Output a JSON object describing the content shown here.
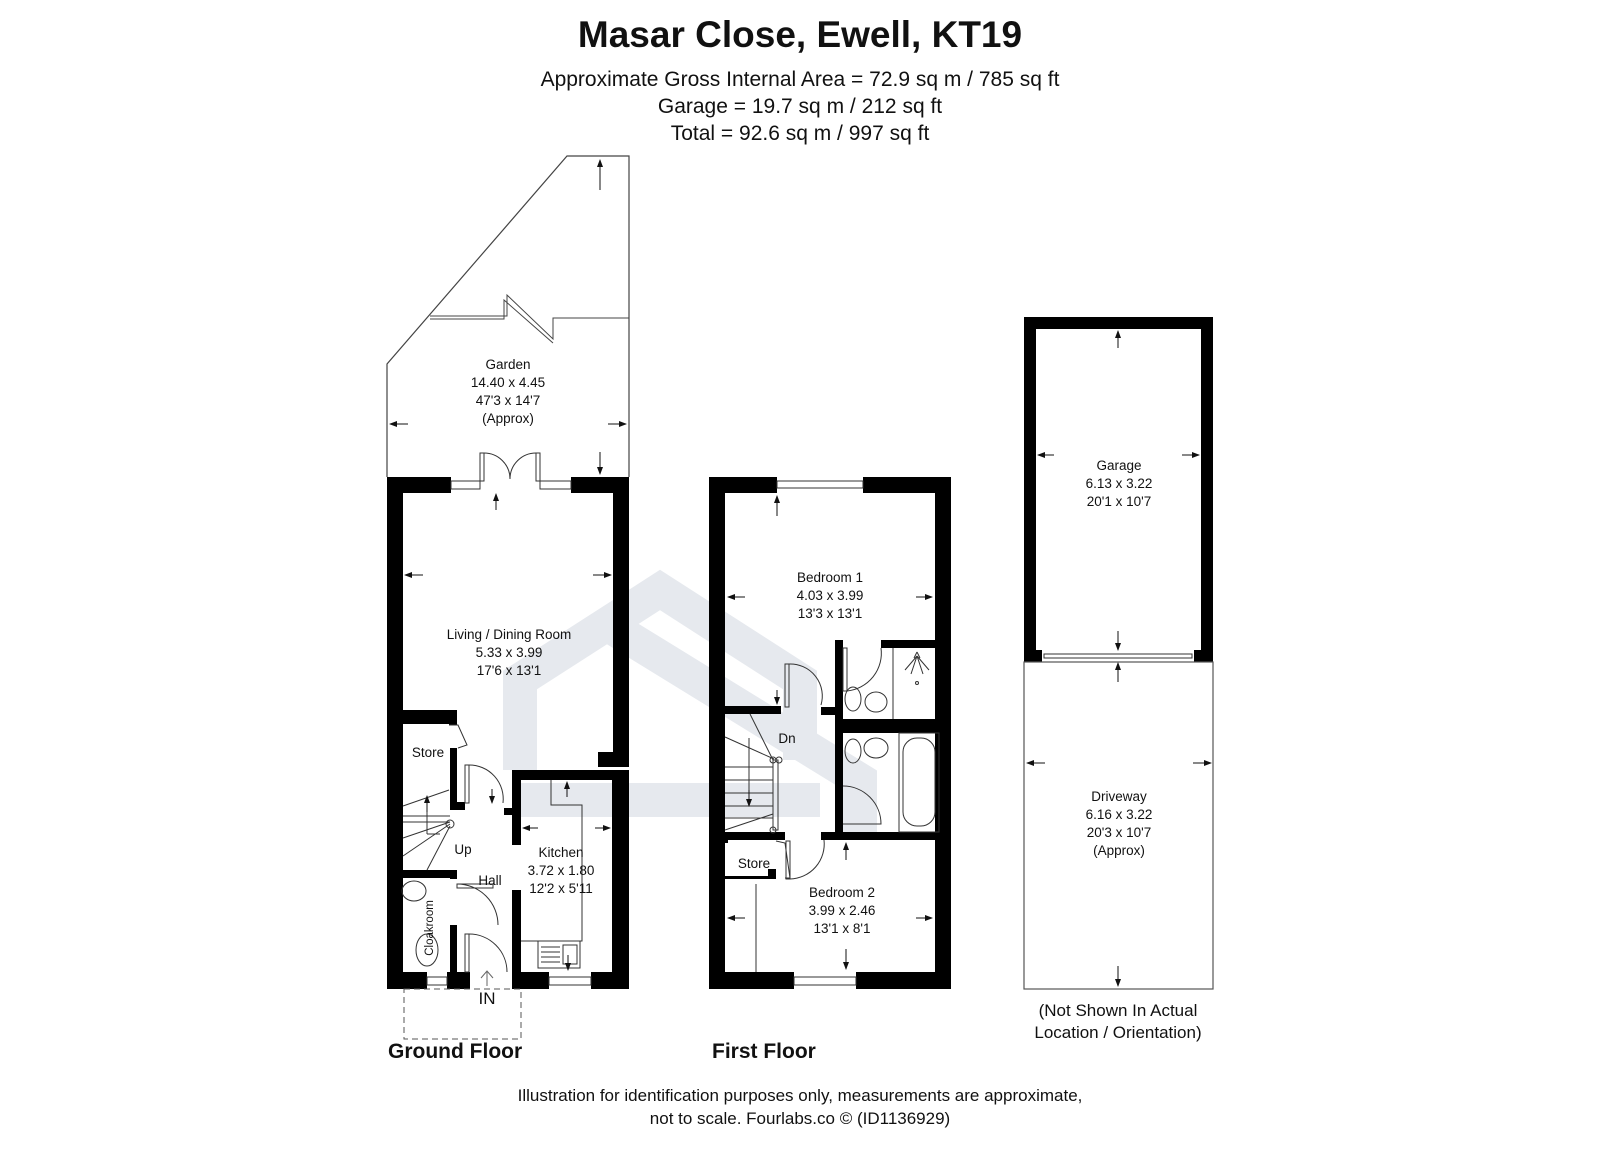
{
  "header": {
    "title": "Masar Close, Ewell, KT19",
    "area_lines": [
      "Approximate Gross Internal Area = 72.9 sq m / 785 sq ft",
      "Garage = 19.7 sq m / 212 sq ft",
      "Total = 92.6 sq m / 997 sq ft"
    ]
  },
  "colors": {
    "wall": "#000000",
    "line": "#333333",
    "watermark": "#e6e9ee",
    "background": "#ffffff"
  },
  "ground_floor": {
    "label": "Ground Floor",
    "rooms": {
      "garden": {
        "name": "Garden",
        "metric": "14.40 x 4.45",
        "imperial": "47'3 x 14'7",
        "note": "(Approx)"
      },
      "living": {
        "name": "Living / Dining Room",
        "metric": "5.33 x 3.99",
        "imperial": "17'6 x 13'1"
      },
      "store": {
        "name": "Store"
      },
      "kitchen": {
        "name": "Kitchen",
        "metric": "3.72 x 1.80",
        "imperial": "12'2 x 5'11"
      },
      "hall": {
        "name": "Hall"
      },
      "cloakroom": {
        "name": "Cloakroom"
      },
      "stairs": {
        "name": "Up"
      },
      "entrance": {
        "name": "IN"
      }
    }
  },
  "first_floor": {
    "label": "First Floor",
    "rooms": {
      "bedroom1": {
        "name": "Bedroom 1",
        "metric": "4.03 x 3.99",
        "imperial": "13'3 x 13'1"
      },
      "bedroom2": {
        "name": "Bedroom 2",
        "metric": "3.99 x 2.46",
        "imperial": "13'1 x 8'1"
      },
      "store": {
        "name": "Store"
      },
      "stairs": {
        "name": "Dn"
      }
    }
  },
  "outbuildings": {
    "garage": {
      "name": "Garage",
      "metric": "6.13 x 3.22",
      "imperial": "20'1 x 10'7"
    },
    "driveway": {
      "name": "Driveway",
      "metric": "6.16 x 3.22",
      "imperial": "20'3 x 10'7",
      "note": "(Approx)"
    },
    "location_note": [
      "(Not Shown In Actual",
      "Location / Orientation)"
    ]
  },
  "footer": {
    "lines": [
      "Illustration for identification purposes only, measurements are approximate,",
      "not to scale. Fourlabs.co © (ID1136929)"
    ]
  }
}
